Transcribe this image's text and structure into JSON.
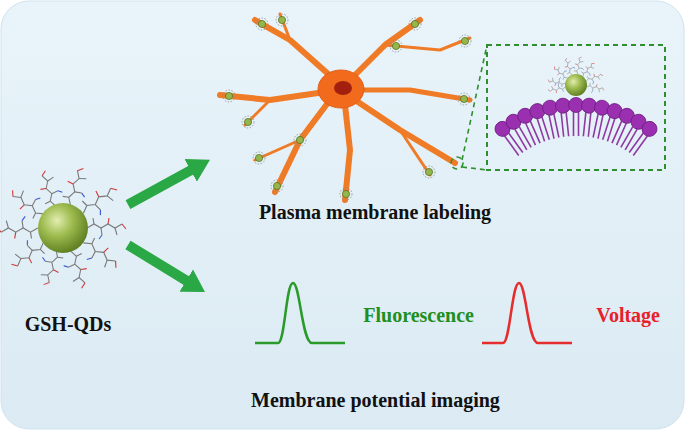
{
  "diagram": {
    "nodes": [
      {
        "text": [
          "GSH-QDs"
        ]
      },
      {
        "text": [
          "Plasma membrane labeling"
        ]
      },
      {
        "text": [
          "Membrane potential imaging"
        ]
      },
      {
        "text": [
          "Fluorescence"
        ],
        "in": 2
      },
      {
        "text": [
          "Voltage"
        ],
        "in": 2
      }
    ],
    "edges": [
      {
        "from": 0,
        "to": 1,
        "arrow": "to"
      },
      {
        "from": 0,
        "to": 2,
        "arrow": "to"
      }
    ]
  }
}
